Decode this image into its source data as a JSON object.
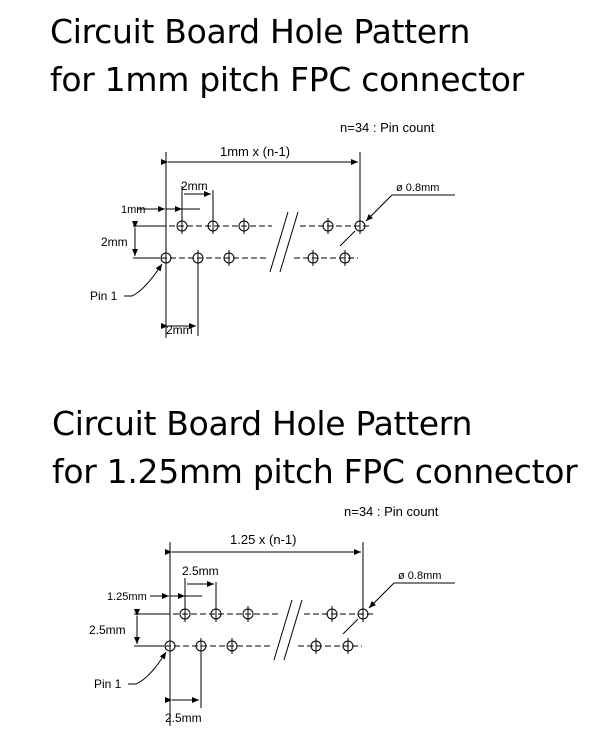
{
  "section1": {
    "title_line1": "Circuit Board Hole Pattern",
    "title_line2": "for 1mm pitch FPC connector",
    "pin_count_note": "n=34 : Pin count",
    "overall_dim": "1mm x (n-1)",
    "pitch_label": "2mm",
    "offset_label": "1mm",
    "row_gap_label": "2mm",
    "bottom_dim": "2mm",
    "hole_label": "ø 0.8mm",
    "pin1_label": "Pin 1"
  },
  "section2": {
    "title_line1": "Circuit Board Hole Pattern",
    "title_line2": "for 1.25mm pitch FPC connector",
    "pin_count_note": "n=34 : Pin count",
    "overall_dim": "1.25 x (n-1)",
    "pitch_label": "2.5mm",
    "offset_label": "1.25mm",
    "row_gap_label": "2.5mm",
    "bottom_dim": "2.5mm",
    "hole_label": "ø 0.8mm",
    "pin1_label": "Pin 1"
  }
}
